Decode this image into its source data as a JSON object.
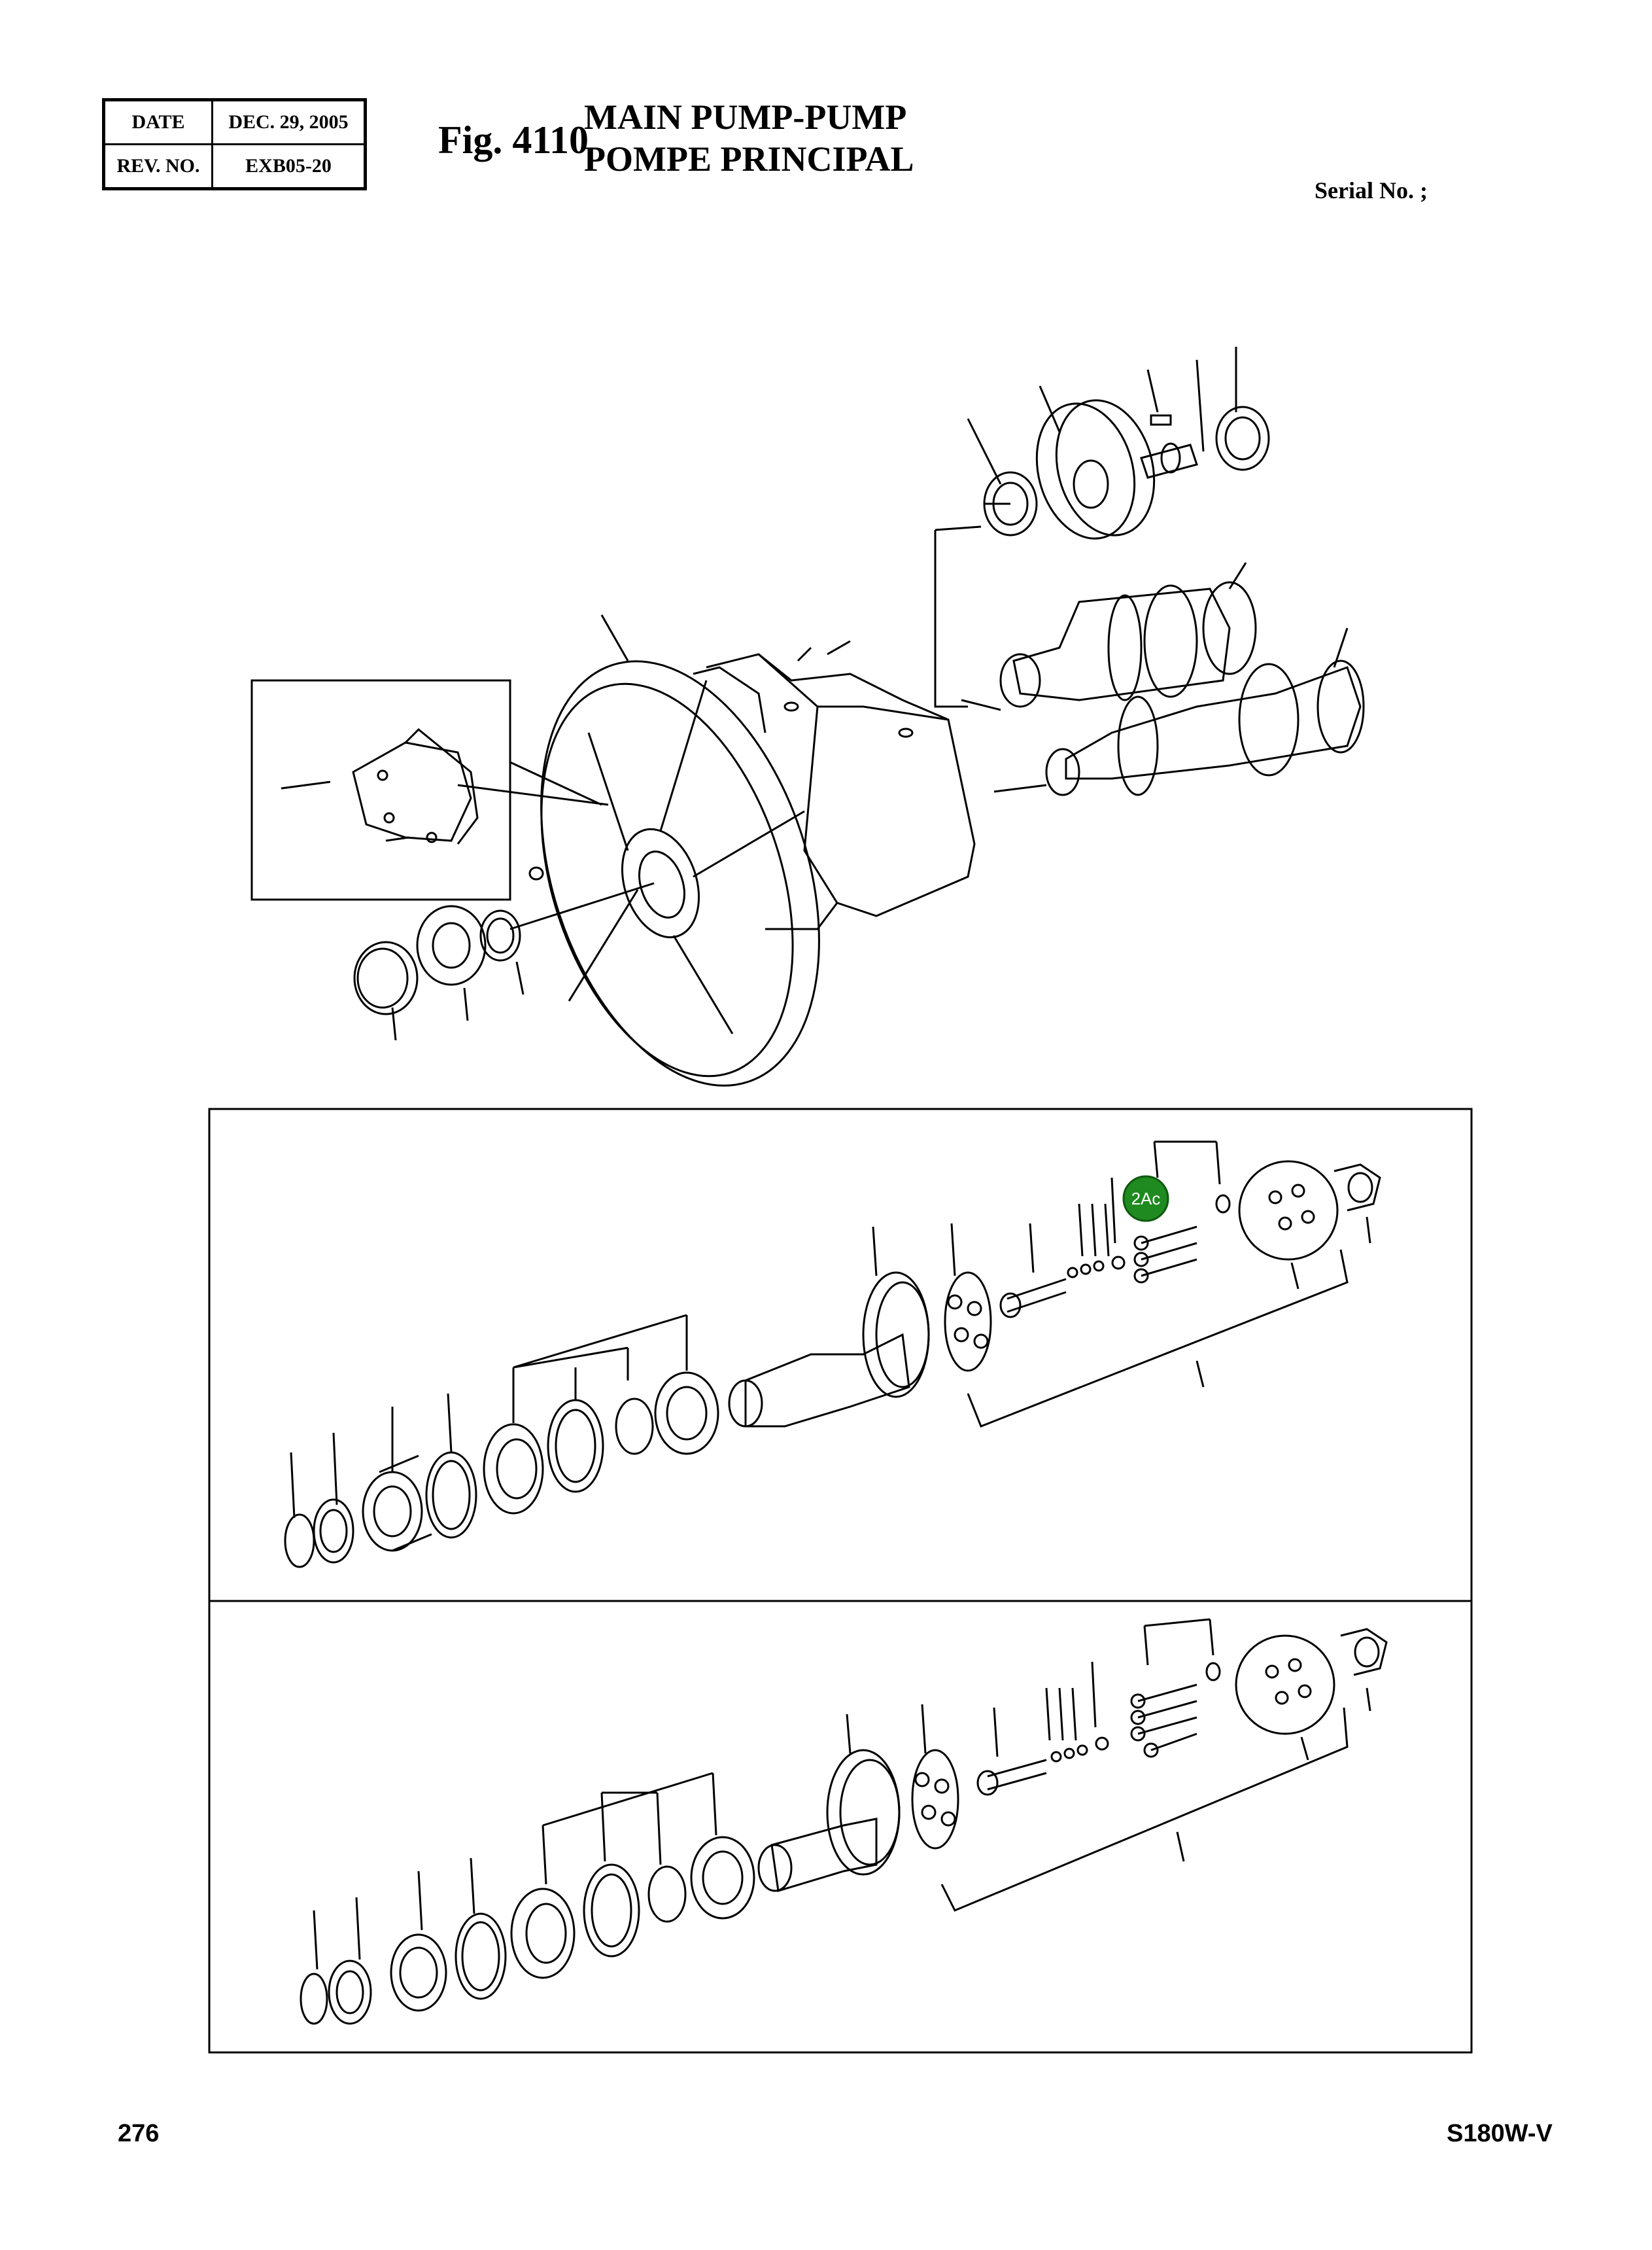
{
  "header": {
    "date_label": "DATE",
    "date_value": "DEC. 29, 2005",
    "rev_label": "REV. NO.",
    "rev_value": "EXB05-20"
  },
  "figure": {
    "number": "Fig. 4110",
    "title_line1": "MAIN PUMP-PUMP",
    "title_line2": "POMPE PRINCIPAL",
    "serial": "Serial No. ;"
  },
  "callout": {
    "label": "2Ac",
    "color": "#1f8a1f"
  },
  "footer": {
    "page": "276",
    "model": "S180W-V"
  }
}
